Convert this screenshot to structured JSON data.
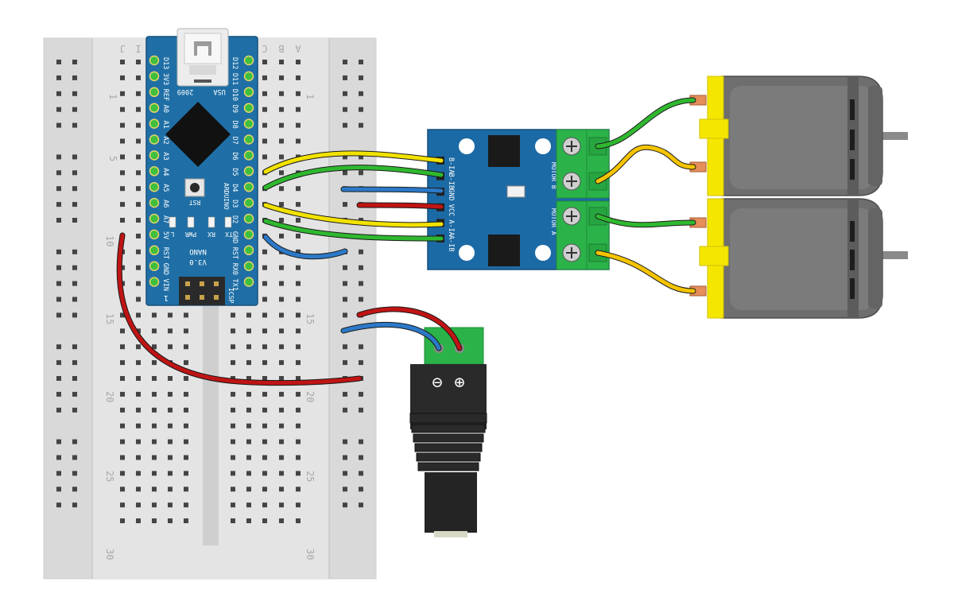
{
  "colors": {
    "board_bg": "#d9d9d9",
    "board_edge": "#c8c8c8",
    "nano_blue": "#1f6fa6",
    "driver_blue": "#1c6aa5",
    "terminal_green": "#2bb34a",
    "motor_grey": "#6e6e6e",
    "motor_yellow": "#f5e600",
    "wire_yellow": "#f2e200",
    "wire_green": "#2fb82f",
    "wire_blue": "#2c79c8",
    "wire_red": "#c01414",
    "wire_orange_yellow": "#f5c400"
  },
  "breadboard": {
    "column_letters_left": [
      "J",
      "I"
    ],
    "column_letters_right": [
      "C",
      "B",
      "A"
    ],
    "row_numbers": [
      "1",
      "5",
      "10",
      "15",
      "20",
      "25",
      "30"
    ]
  },
  "arduino_nano": {
    "pins_left": [
      "D13",
      "3V3",
      "REF",
      "A0",
      "A1",
      "A2",
      "A3",
      "A4",
      "A5",
      "A6",
      "A7",
      "5V",
      "RST",
      "GND",
      "VIN"
    ],
    "pins_right": [
      "D12",
      "D11",
      "D10",
      "D9",
      "D8",
      "D7",
      "D6",
      "D5",
      "D4",
      "D3",
      "D2",
      "GND",
      "RST",
      "RX0",
      "TX1"
    ],
    "name_line1": "ARDUINO",
    "name_line2": "NANO",
    "version": "V3.0",
    "year": "2009",
    "origin": "USA",
    "reset_label": "RST",
    "led_labels": [
      "L",
      "PWR",
      "RX",
      "TX"
    ],
    "icsp_label": "ICSP",
    "icsp_pin1": "1"
  },
  "motor_driver": {
    "pins": [
      "B-IA",
      "B-IB",
      "GND",
      "VCC",
      "A-IA",
      "A-IB"
    ],
    "motor_b_label": "MOTOR B",
    "motor_a_label": "MOTOR A"
  },
  "dc_jack": {
    "minus_symbol": "⊖",
    "plus_symbol": "⊕"
  }
}
